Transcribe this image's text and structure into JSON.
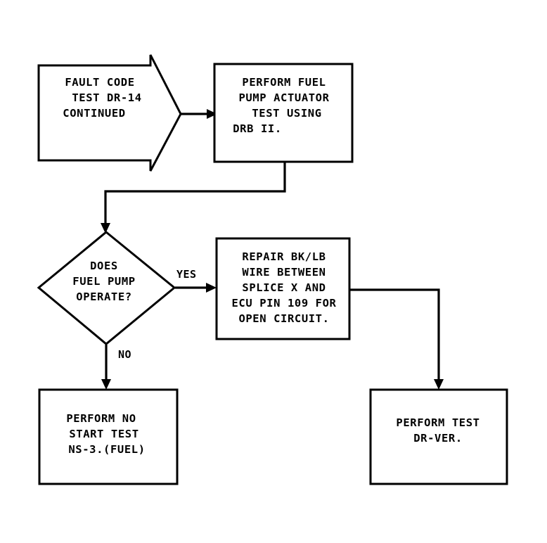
{
  "diagram": {
    "title": "Fault Code Test DR-14 Continued Flowchart",
    "background_color": "#ffffff",
    "line_color": "#000000",
    "text_color": "#000000",
    "nodes": {
      "banner": {
        "shape": "pennant-arrow",
        "lines": [
          "FAULT CODE",
          "TEST DR-14",
          "CONTINUED"
        ]
      },
      "actuator_test": {
        "shape": "rectangle",
        "lines": [
          "PERFORM FUEL",
          "PUMP ACTUATOR",
          "TEST USING",
          "DRB II."
        ]
      },
      "decision": {
        "shape": "diamond",
        "lines": [
          "DOES",
          "FUEL PUMP",
          "OPERATE?"
        ]
      },
      "repair": {
        "shape": "rectangle",
        "lines": [
          "REPAIR BK/LB",
          "WIRE BETWEEN",
          "SPLICE X AND",
          "ECU PIN 109 FOR",
          "OPEN CIRCUIT."
        ]
      },
      "no_start": {
        "shape": "rectangle",
        "lines": [
          "PERFORM NO",
          "START TEST",
          "NS-3.(FUEL)"
        ]
      },
      "verify": {
        "shape": "rectangle",
        "lines": [
          "PERFORM TEST",
          "DR-VER."
        ]
      }
    },
    "edge_labels": {
      "yes": "YES",
      "no": "NO"
    }
  }
}
